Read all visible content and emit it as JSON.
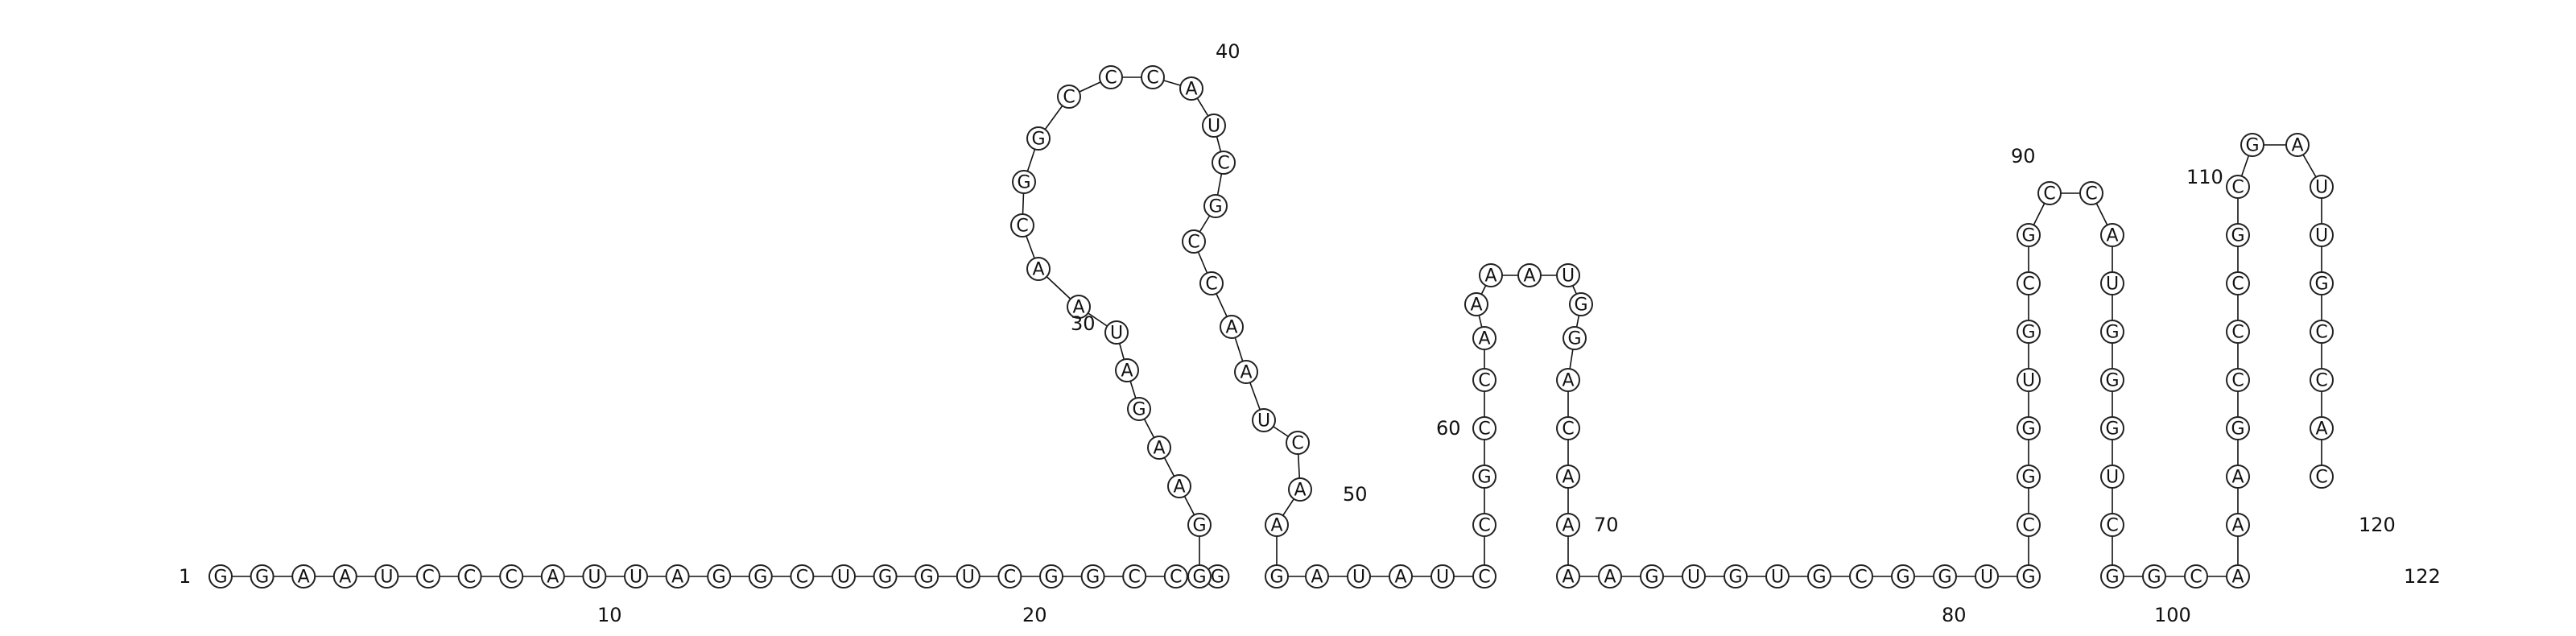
{
  "sequence": "GGAAUCCCAUUAGGCUGGUCGGCCGGGAAGAUAACGGCCCAUCGCCAAUCAAGAUAUCCGCCAAAAUGGACAAAAGUGUGCGGUGCGGUGCGCCAUGGGUCGGCAAAGCCCGCGAUUGCCAC",
  "number_labels": [
    "1",
    "10",
    "20",
    "30",
    "40",
    "50",
    "60",
    "70",
    "80",
    "90",
    "100",
    "110",
    "120",
    "122"
  ],
  "colors": {
    "base_pair": "#1a2fd0",
    "pseudoknot": "#22cc22",
    "backbone": "#111111"
  },
  "base_pair_type_names": [
    "canonical",
    "GU-wobble",
    "pseudoknot",
    "long-range"
  ]
}
